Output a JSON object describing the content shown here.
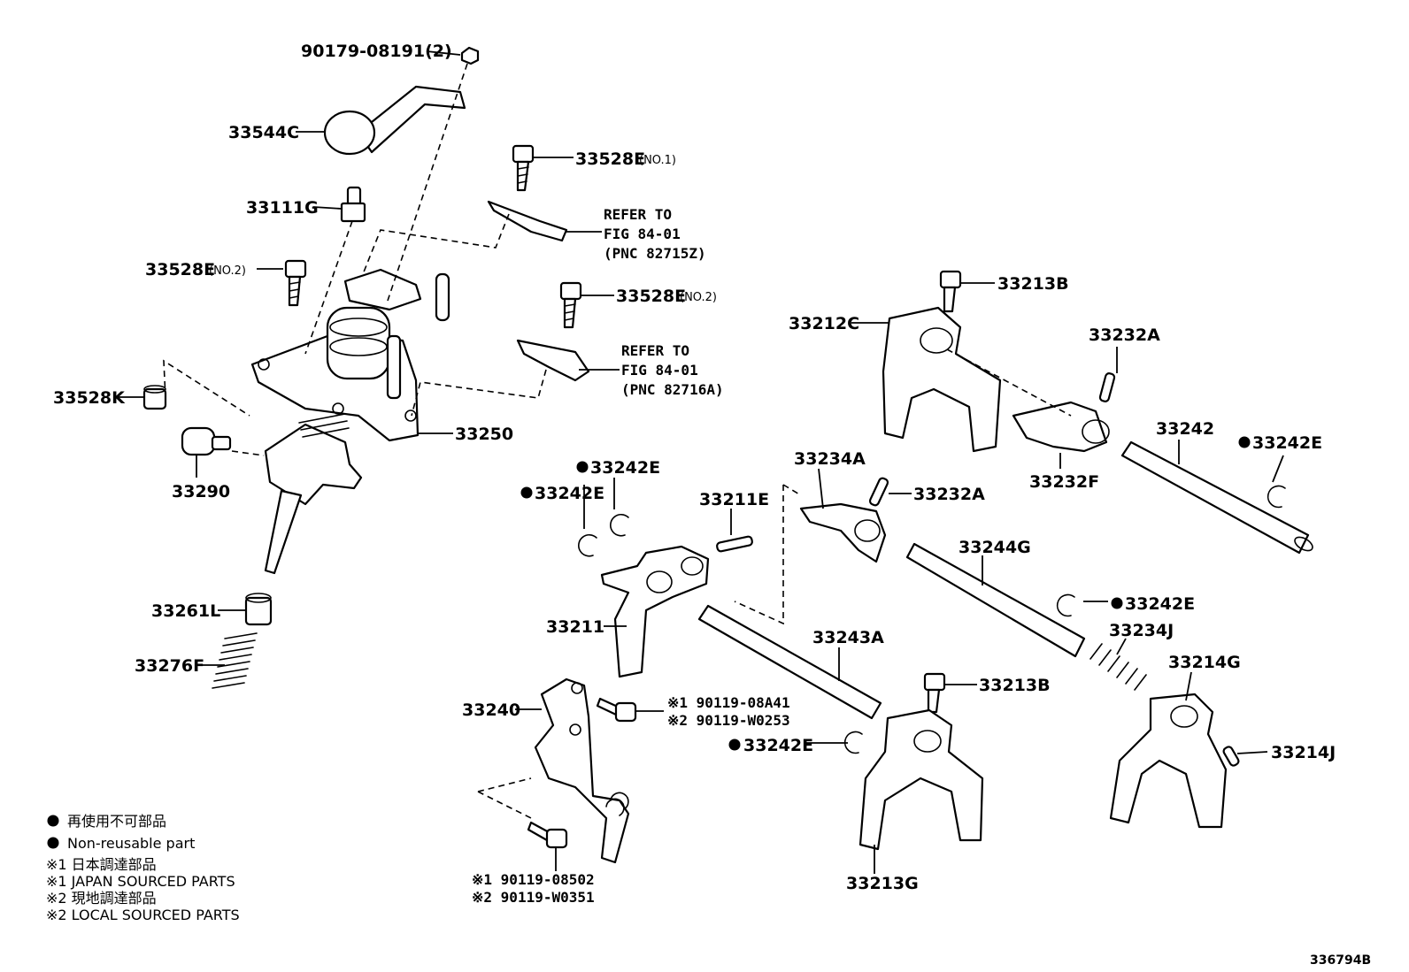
{
  "labels": {
    "p90179": "90179-08191(2)",
    "p33544C": "33544C",
    "p33528E_1": "33528E",
    "p33528E_1_note": "(NO.1)",
    "p33111G": "33111G",
    "p33528E_2a": "33528E",
    "p33528E_2a_note": "(NO.2)",
    "p33528E_2b": "33528E",
    "p33528E_2b_note": "(NO.2)",
    "p33528K": "33528K",
    "p33250": "33250",
    "p33290": "33290",
    "p33261L": "33261L",
    "p33276F": "33276F",
    "p33213B_top": "33213B",
    "p33212C": "33212C",
    "p33232A_top": "33232A",
    "p33242": "33242",
    "p33242E_right": "33242E",
    "p33232F": "33232F",
    "p33234A": "33234A",
    "p33232A_mid": "33232A",
    "p33242E_a": "33242E",
    "p33242E_b": "33242E",
    "p33211E": "33211E",
    "p33244G": "33244G",
    "p33242E_c": "33242E",
    "p33234J": "33234J",
    "p33211": "33211",
    "p33243A": "33243A",
    "p33213B_bot": "33213B",
    "p33214G": "33214G",
    "p33240": "33240",
    "p90119_08A41": "※1  90119-08A41",
    "p90119_W0253": "※2  90119-W0253",
    "p33242E_d": "33242E",
    "p33214J": "33214J",
    "p33213G": "33213G",
    "p90119_08502": "※1  90119-08502",
    "p90119_W0351": "※2  90119-W0351"
  },
  "refers": {
    "r1_line1": "REFER TO",
    "r1_line2": "FIG 84-01",
    "r1_line3": "(PNC 82715Z)",
    "r2_line1": "REFER TO",
    "r2_line2": "FIG 84-01",
    "r2_line3": "(PNC 82716A)"
  },
  "legend": {
    "jp_nonreusable": "再使用不可部品",
    "en_nonreusable": "Non-reusable part",
    "jp_japan": "※1  日本調達部品",
    "en_japan": "※1  JAPAN SOURCED PARTS",
    "jp_local": "※2  現地調達部品",
    "en_local": "※2  LOCAL SOURCED PARTS"
  },
  "figure_code": "336794B"
}
